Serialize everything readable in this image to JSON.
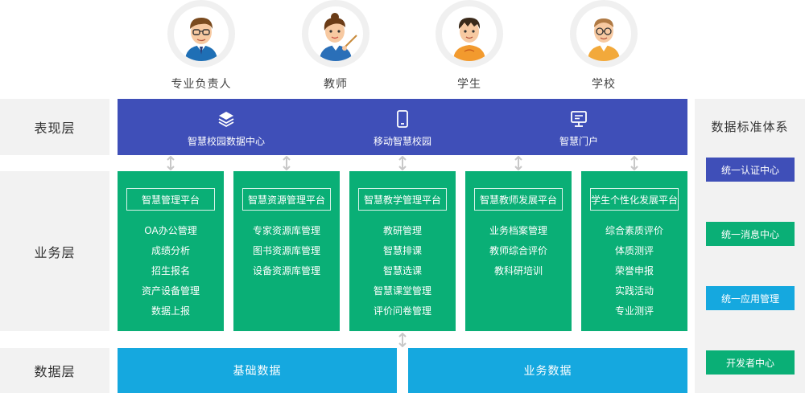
{
  "roles": [
    {
      "label": "专业负责人",
      "icon": "teacher-male-avatar-icon"
    },
    {
      "label": "教师",
      "icon": "teacher-pointer-avatar-icon"
    },
    {
      "label": "学生",
      "icon": "student-avatar-icon"
    },
    {
      "label": "学校",
      "icon": "school-principal-avatar-icon"
    }
  ],
  "layers": {
    "presentation": "表现层",
    "business": "业务层",
    "data": "数据层"
  },
  "presentation_items": [
    {
      "label": "智慧校园数据中心",
      "icon": "layers-icon"
    },
    {
      "label": "移动智慧校园",
      "icon": "mobile-phone-icon"
    },
    {
      "label": "智慧门户",
      "icon": "monitor-icon"
    }
  ],
  "platforms": [
    {
      "title": "智慧管理平台",
      "items": [
        "OA办公管理",
        "成绩分析",
        "招生报名",
        "资产设备管理",
        "数据上报"
      ]
    },
    {
      "title": "智慧资源管理平台",
      "items": [
        "专家资源库管理",
        "图书资源库管理",
        "设备资源库管理"
      ]
    },
    {
      "title": "智慧教学管理平台",
      "items": [
        "教研管理",
        "智慧排课",
        "智慧选课",
        "智慧课堂管理",
        "评价问卷管理"
      ]
    },
    {
      "title": "智慧教师发展平台",
      "items": [
        "业务档案管理",
        "教师综合评价",
        "教科研培训"
      ]
    },
    {
      "title": "学生个性化发展平台",
      "items": [
        "综合素质评价",
        "体质测评",
        "荣誉申报",
        "实践活动",
        "专业测评"
      ]
    }
  ],
  "data_items": [
    "基础数据",
    "业务数据"
  ],
  "standards": {
    "title": "数据标准体系",
    "items": [
      {
        "label": "统一认证中心",
        "color": "#3f4fb8"
      },
      {
        "label": "统一消息中心",
        "color": "#0aaf76"
      },
      {
        "label": "统一应用管理",
        "color": "#15a8df"
      },
      {
        "label": "开发者中心",
        "color": "#0aaf76"
      }
    ]
  },
  "colors": {
    "presentation": "#3f4fb8",
    "business": "#0aaf76",
    "data": "#15a8df",
    "layer_bg": "#f2f2f2",
    "connector": "#c8c8c8"
  }
}
